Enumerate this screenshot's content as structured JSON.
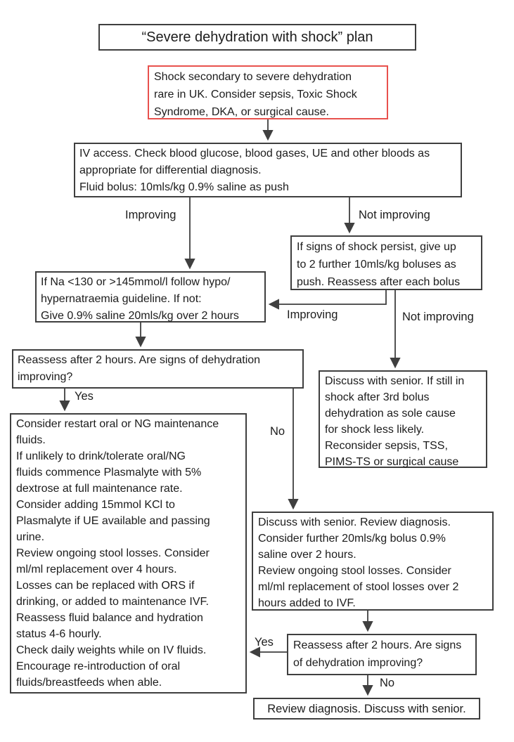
{
  "colors": {
    "border": "#3f3f3f",
    "warning_border": "#e8514d",
    "text": "#1c1c1c",
    "arrow": "#3f3f3f"
  },
  "title_box": {
    "text": "“Severe dehydration with shock” plan"
  },
  "boxes": {
    "warning": {
      "text": "Shock secondary to severe dehydration\nrare in UK. Consider sepsis, Toxic Shock\nSyndrome, DKA, or surgical cause."
    },
    "iv_access": {
      "text": "IV access. Check blood glucose, blood gases, UE and other bloods as\nappropriate for differential diagnosis.\nFluid bolus: 10mls/kg 0.9% saline as push"
    },
    "shock_persist": {
      "text": "If signs of shock persist, give up\nto 2 further 10mls/kg boluses as\npush. Reassess after each bolus"
    },
    "sodium": {
      "text": "If Na <130 or >145mmol/l follow hypo/\nhypernatraemia guideline. If not:\nGive 0.9% saline 20mls/kg over 2 hours"
    },
    "reassess_first": {
      "text": "Reassess after 2 hours. Are signs of dehydration\nimproving?"
    },
    "senior_shock": {
      "text": "Discuss with senior. If still in\nshock after 3rd bolus\ndehydration as sole cause\nfor shock less likely.\nReconsider sepsis, TSS,\nPIMS-TS or surgical cause"
    },
    "maintenance": {
      "text": "Consider restart oral or NG maintenance\nfluids.\nIf unlikely to drink/tolerate oral/NG\nfluids commence Plasmalyte with 5%\ndextrose at full maintenance rate.\nConsider adding 15mmol KCl to\nPlasmalyte if UE available and passing\nurine.\nReview ongoing stool losses. Consider\nml/ml replacement over 4 hours.\nLosses can be replaced with ORS if\ndrinking, or added to maintenance IVF.\nReassess fluid balance and hydration\nstatus 4-6 hourly.\nCheck daily weights while on IV fluids.\nEncourage re-introduction of oral\nfluids/breastfeeds when able."
    },
    "senior_review": {
      "text": "Discuss with senior. Review diagnosis.\nConsider further 20mls/kg bolus 0.9%\nsaline over 2 hours.\nReview ongoing stool losses. Consider\nml/ml replacement of stool losses over 2\nhours added to IVF."
    },
    "reassess_second": {
      "text": "Reassess after 2 hours. Are signs\nof dehydration improving?"
    },
    "final_review": {
      "text": "Review diagnosis. Discuss with senior."
    }
  },
  "labels": {
    "improving_left": "Improving",
    "not_improving_right": "Not improving",
    "improving_elbow": "Improving",
    "not_improving_down": "Not improving",
    "yes_first": "Yes",
    "no_first": "No",
    "yes_second": "Yes",
    "no_second": "No"
  }
}
